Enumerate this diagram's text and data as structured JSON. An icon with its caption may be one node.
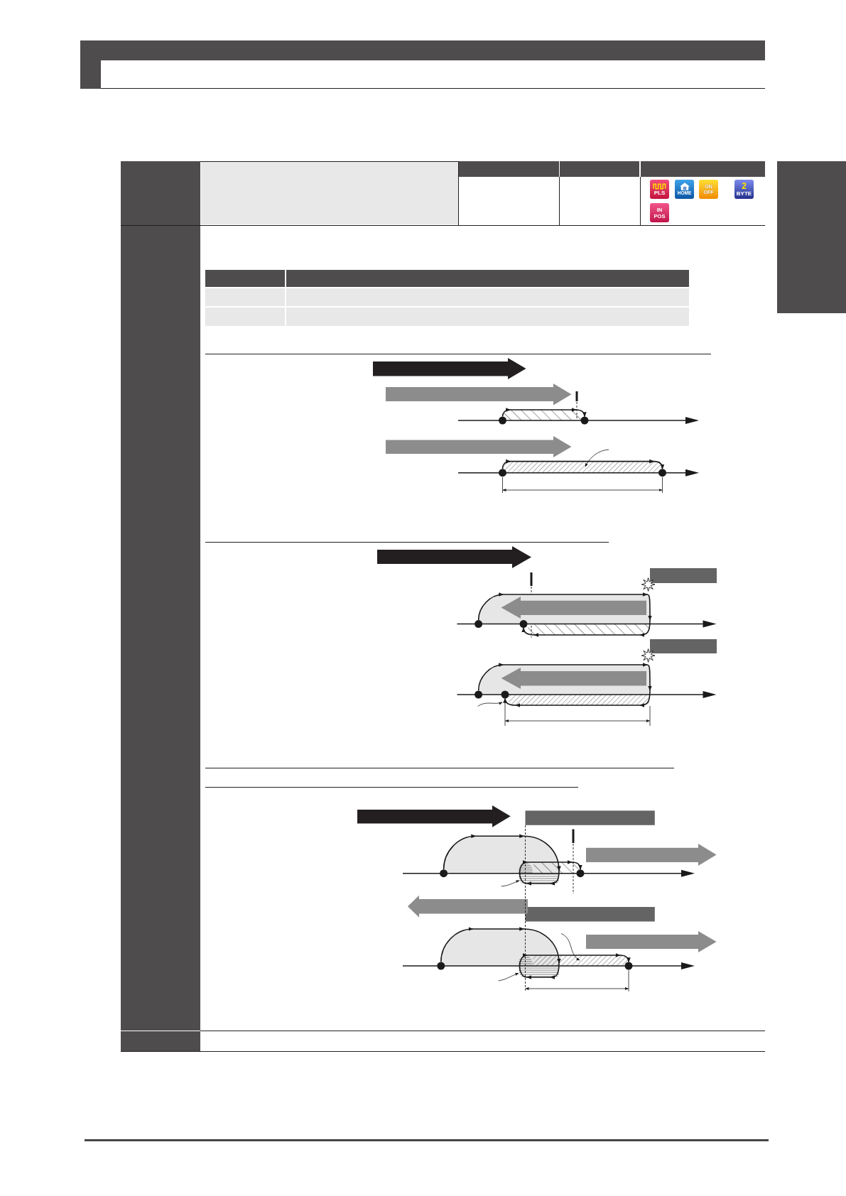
{
  "diagram": {
    "nodes": [
      {
        "text": [],
        "shape": "bar"
      },
      {
        "text": [],
        "shape": "box"
      }
    ],
    "labels": [
      "PLS",
      "HOME",
      "ON OFF",
      "2",
      "BYTE",
      "IN POS"
    ]
  }
}
